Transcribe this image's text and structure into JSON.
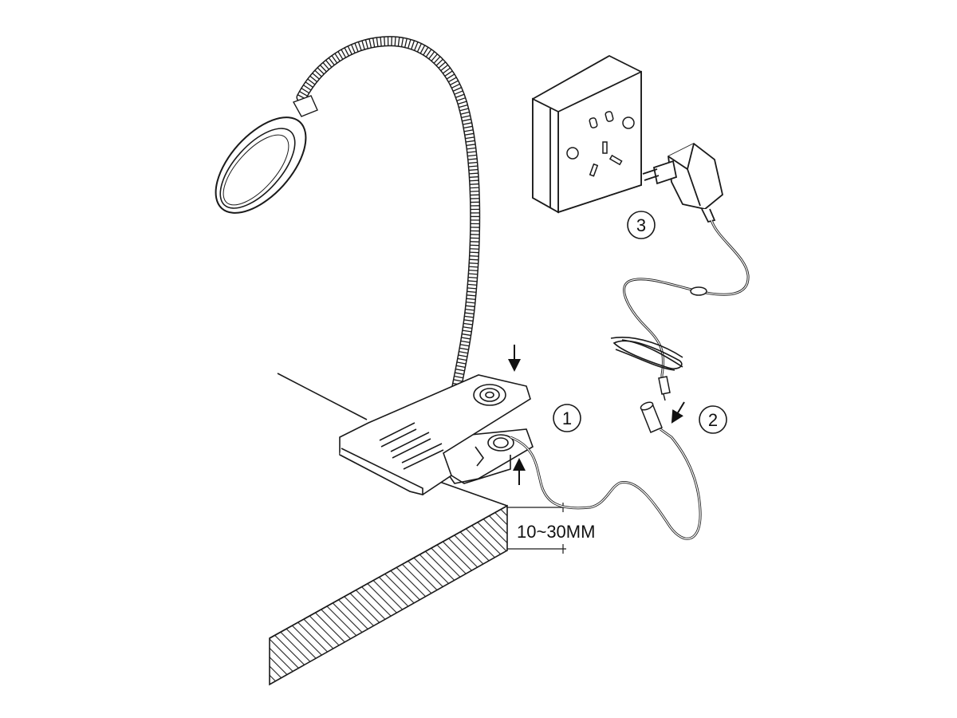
{
  "steps": [
    {
      "number": "1"
    },
    {
      "number": "2"
    },
    {
      "number": "3"
    }
  ],
  "dimension": {
    "text": "10~30MM"
  },
  "colors": {
    "stroke": "#1a1a1a",
    "background": "#ffffff",
    "cable": "#555555"
  },
  "icons": {
    "lamp": "gooseneck-clip-lamp",
    "socket": "wall-socket",
    "adapter": "power-adapter",
    "arrows": "direction-arrow"
  }
}
